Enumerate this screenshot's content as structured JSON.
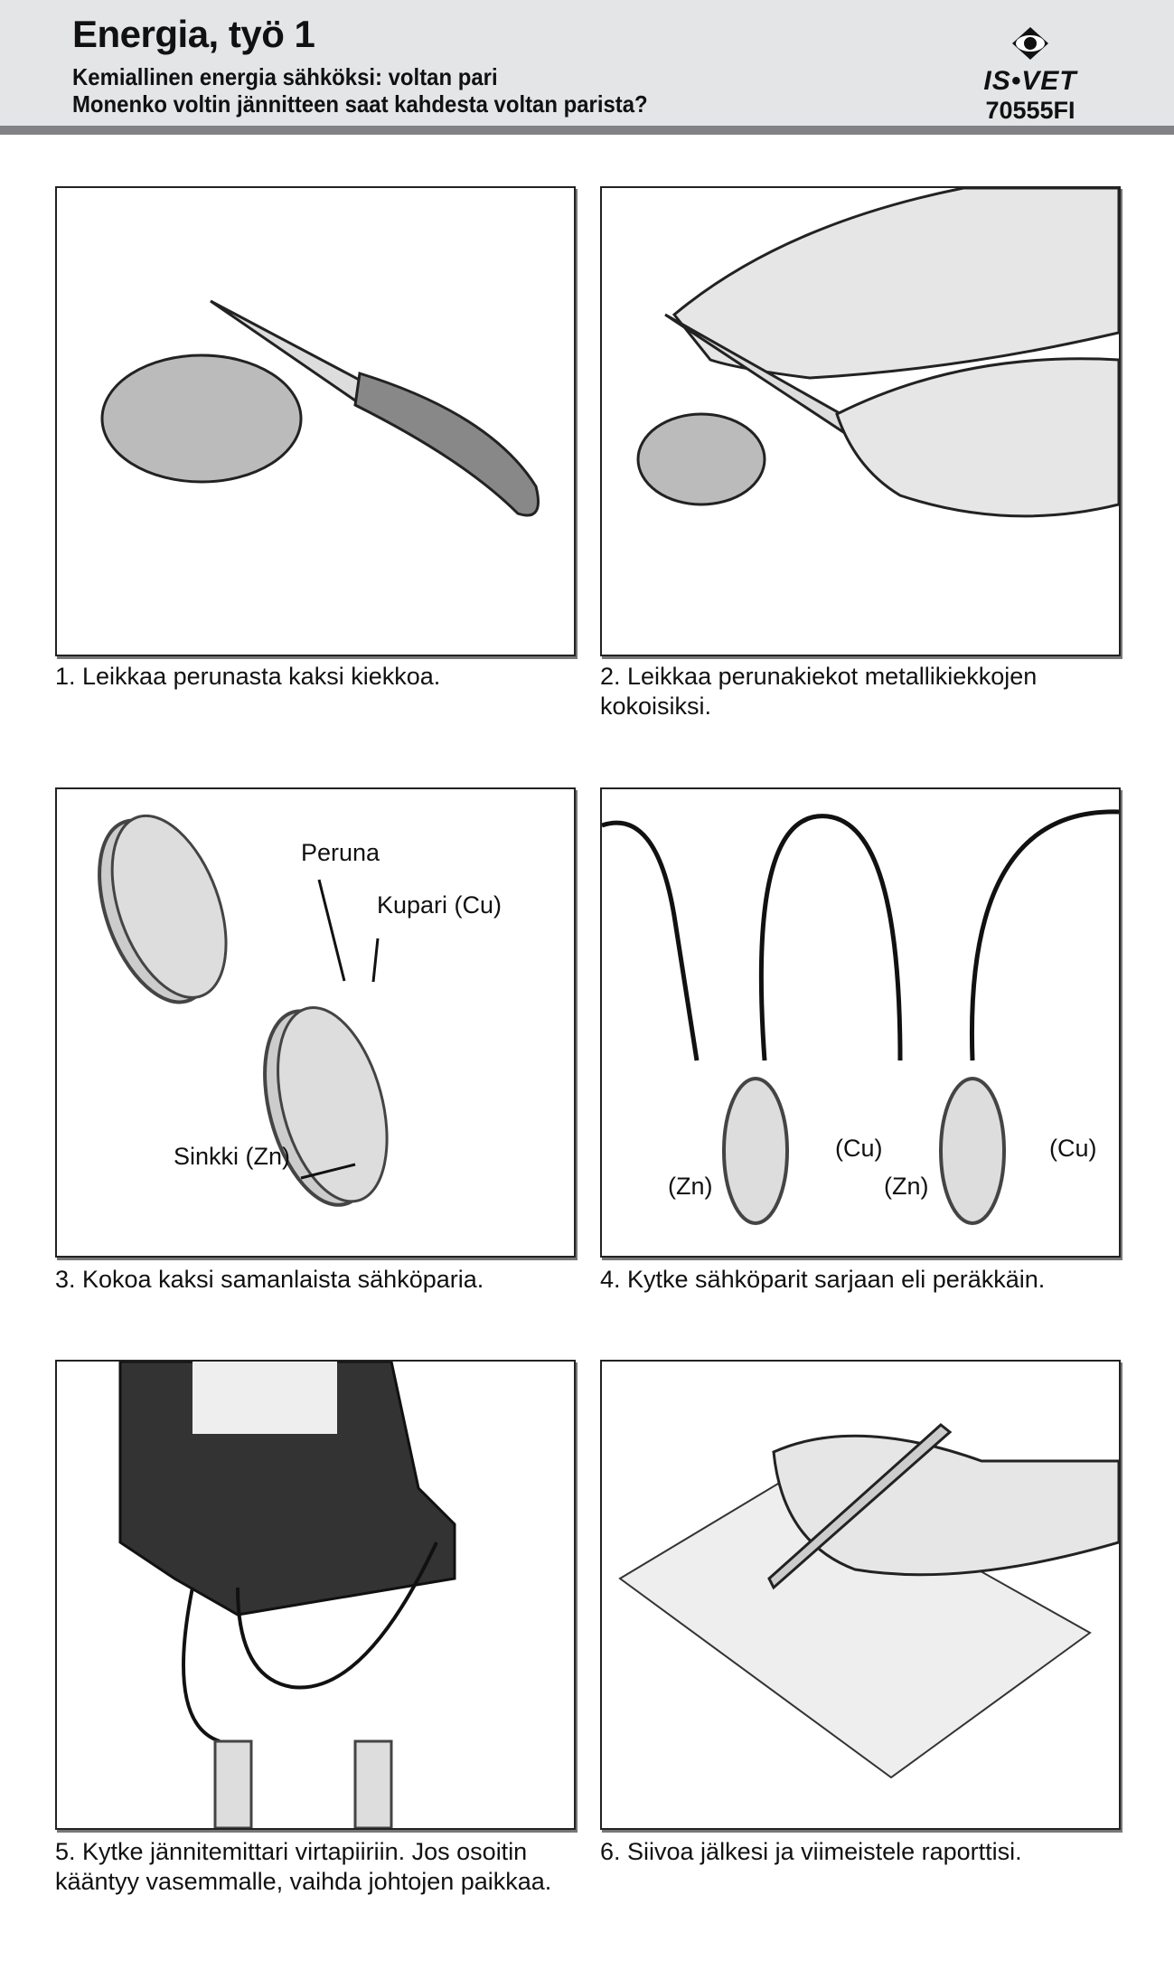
{
  "header": {
    "title": "Energia, työ 1",
    "subtitle": "Kemiallinen energia sähköksi: voltan pari",
    "question": "Monenko voltin jännitteen saat kahdesta voltan parista?",
    "brand": "IS•VET",
    "code": "70555FI"
  },
  "steps": [
    {
      "caption": "1. Leikkaa perunasta kaksi kiekkoa."
    },
    {
      "caption": "2. Leikkaa perunakiekot metallikiekkojen kokoisiksi."
    },
    {
      "caption": "3. Kokoa kaksi samanlaista sähköparia.",
      "labels": [
        "Peruna",
        "Kupari (Cu)",
        "Sinkki (Zn)"
      ]
    },
    {
      "caption": "4. Kytke sähköparit sarjaan eli peräkkäin.",
      "labels": [
        "(Cu)",
        "(Cu)",
        "(Zn)",
        "(Zn)"
      ]
    },
    {
      "caption": "5. Kytke jännitemittari virtapiiriin. Jos osoitin kääntyy vasemmalle, vaihda johtojen paikkaa."
    },
    {
      "caption": "6. Siivoa jälkesi ja viimeistele raporttisi."
    }
  ]
}
